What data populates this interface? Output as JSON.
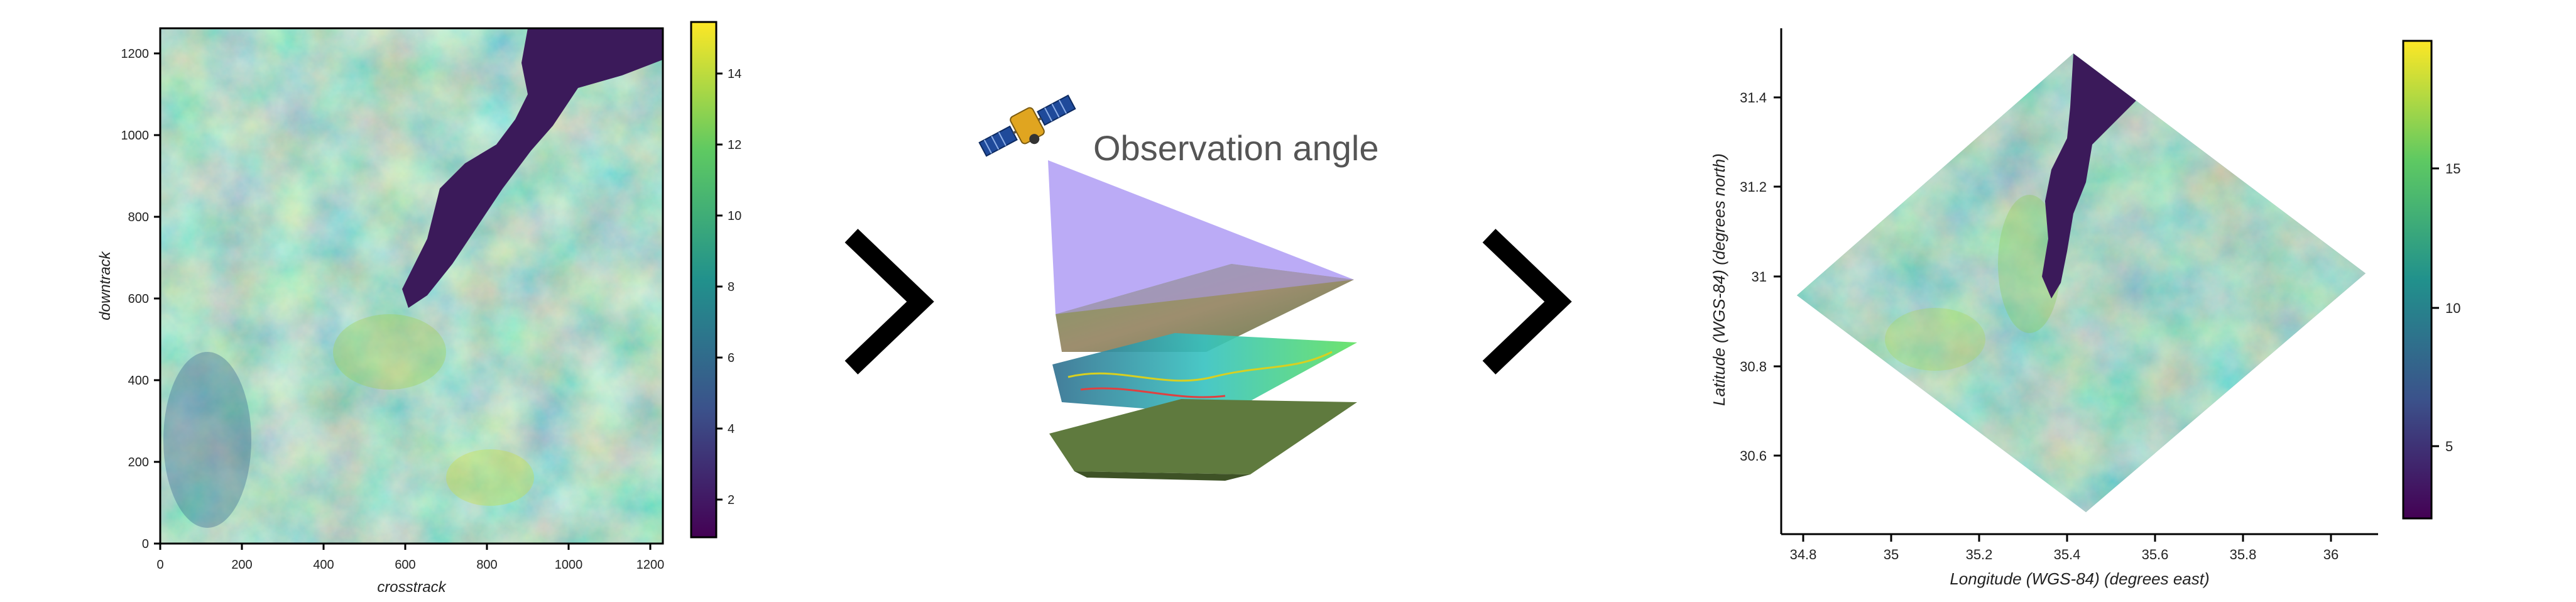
{
  "left_plot": {
    "xlabel": "crosstrack",
    "ylabel": "downtrack",
    "x_ticks": [
      "0",
      "200",
      "400",
      "600",
      "800",
      "1000",
      "1200"
    ],
    "y_ticks": [
      "0",
      "200",
      "400",
      "600",
      "800",
      "1000",
      "1200"
    ],
    "colorbar_ticks": [
      "2",
      "4",
      "6",
      "8",
      "10",
      "12",
      "14"
    ]
  },
  "middle": {
    "label": "Observation angle",
    "icons": [
      "satellite-icon"
    ]
  },
  "arrows": [
    "chevron-right-icon",
    "chevron-right-icon"
  ],
  "right_plot": {
    "xlabel": "Longitude (WGS-84) (degrees east)",
    "ylabel": "Latitude (WGS-84) (degrees north)",
    "x_ticks": [
      "34.8",
      "35",
      "35.2",
      "35.4",
      "35.6",
      "35.8",
      "36"
    ],
    "y_ticks": [
      "30.6",
      "30.8",
      "31",
      "31.2",
      "31.4"
    ],
    "colorbar_ticks": [
      "5",
      "10",
      "15"
    ]
  },
  "colors": {
    "viridis_dark": "#3b1a5a",
    "viridis_mid": "#2d8f87",
    "viridis_light": "#f2e534",
    "observation_plane": "#b7a6f5"
  }
}
